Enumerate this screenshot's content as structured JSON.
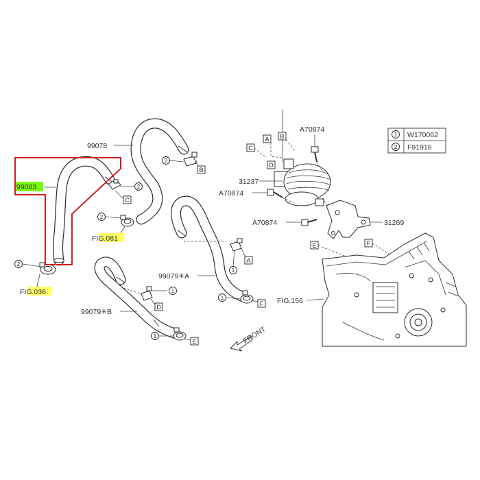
{
  "legend": [
    {
      "num": "1",
      "code": "W170062"
    },
    {
      "num": "2",
      "code": "F91916"
    }
  ],
  "labels": {
    "p99083": "99083",
    "p99078": "99078",
    "p99079a": "99079✳A",
    "p99079b": "99079✳B",
    "p31237": "31237",
    "p31269": "31269",
    "a70874_1": "A70874",
    "a70874_2": "A70874",
    "a70874_3": "A70874",
    "fig081_pre": "FI",
    "fig081_hl": "G.081",
    "fig036_pre": "FI",
    "fig036_hl": "G.036",
    "fig156": "FIG.156",
    "front": "FRONT"
  },
  "letters": {
    "A1": "A",
    "B1": "B",
    "C1": "C",
    "D1": "D",
    "A2": "A",
    "B2": "B",
    "C2": "C",
    "D2": "D",
    "E1": "E",
    "F1": "F",
    "E2": "E",
    "F2": "F"
  },
  "callouts": {
    "c2a": "2",
    "c2b": "2",
    "c2c": "2",
    "c2d": "2",
    "c1a": "1",
    "c1b": "1",
    "c1c": "1",
    "c1d": "1"
  },
  "colors": {
    "highlight_part": "#7cfc00",
    "highlight_fig": "#ffff66",
    "selection_box": "#cc1f1f",
    "line": "#2a2a2a"
  }
}
